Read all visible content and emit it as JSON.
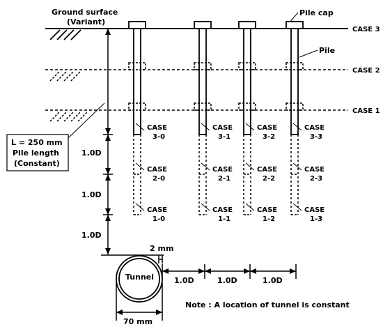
{
  "labels": {
    "ground_surface": "Ground surface",
    "variant": "(Variant)",
    "pile_cap": "Pile cap",
    "pile": "Pile",
    "case3": "CASE 3",
    "case2": "CASE 2",
    "case1": "CASE 1",
    "length_line1": "L = 250 mm",
    "length_line2": "Pile length",
    "length_line3": "(Constant)",
    "spacing": "1.0D",
    "tunnel": "Tunnel",
    "gap": "2 mm",
    "diameter": "70 mm",
    "note": "Note : A location of tunnel is constant"
  },
  "case_word": "CASE",
  "cases": [
    {
      "group": 3,
      "ids": [
        "3-0",
        "3-1",
        "3-2",
        "3-3"
      ]
    },
    {
      "group": 2,
      "ids": [
        "2-0",
        "2-1",
        "2-2",
        "2-3"
      ]
    },
    {
      "group": 1,
      "ids": [
        "1-0",
        "1-1",
        "1-2",
        "1-3"
      ]
    }
  ]
}
